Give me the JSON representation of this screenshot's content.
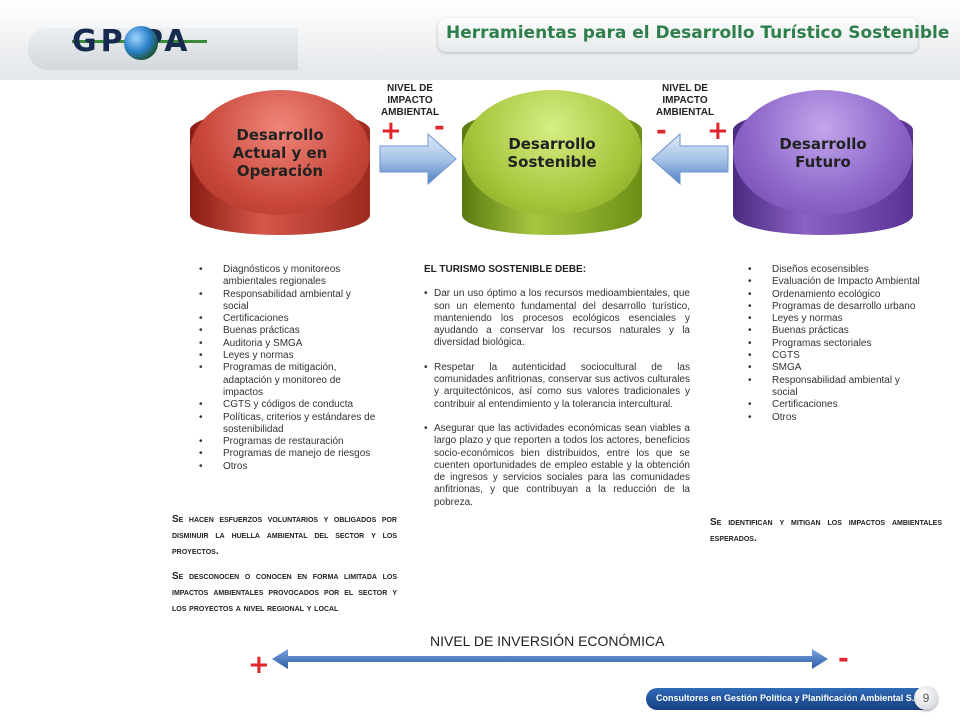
{
  "header": {
    "title": "Herramientas para el Desarrollo Turístico Sostenible",
    "logo_text": "GP  PA"
  },
  "columns": {
    "left": {
      "title": "Desarrollo Actual y en Operación",
      "items": [
        "Diagnósticos y monitoreos ambientales regionales",
        "Responsabilidad ambiental y social",
        "Certificaciones",
        "Buenas prácticas",
        "Auditoria y SMGA",
        "Leyes y normas",
        "Programas de mitigación, adaptación y monitoreo de impactos",
        "CGTS y códigos de conducta",
        "Políticas, criterios y estándares de sostenibilidad",
        "Programas de restauración",
        "Programas de manejo de riesgos",
        "Otros"
      ],
      "note_1": "Se hacen esfuerzos voluntarios y obligados por disminuir la huella ambiental del sector y los proyectos.",
      "note_2": "Se desconocen o conocen en forma limitada los impactos ambientales provocados por el sector y los proyectos a nivel regional y local"
    },
    "center": {
      "title": "Desarrollo Sostenible",
      "heading": "EL TURISMO SOSTENIBLE DEBE:",
      "items": [
        "Dar un uso óptimo a los recursos medioambientales, que son un elemento fundamental del desarrollo turístico, manteniendo los procesos ecológicos esenciales y ayudando a conservar los recursos naturales y la diversidad biológica.",
        "Respetar la autenticidad sociocultural de las comunidades anfitrionas, conservar sus activos culturales y arquitectónicos, así como sus valores tradicionales y contribuir al entendimiento y la tolerancia intercultural.",
        "Asegurar que las actividades económicas sean viables a largo plazo y que reporten a todos los actores, beneficios socio-económicos bien distribuidos, entre los que se cuenten oportunidades de empleo estable y la obtención de ingresos y servicios sociales para las comunidades anfitrionas, y que contribuyan a la reducción de la pobreza."
      ]
    },
    "right": {
      "title": "Desarrollo Futuro",
      "items": [
        "Diseños ecosensibles",
        "Evaluación de Impacto Ambiental",
        "Ordenamiento ecológico",
        "Programas de desarrollo urbano",
        "Leyes y normas",
        "Buenas prácticas",
        "Programas sectoriales",
        "CGTS",
        "SMGA",
        "Responsabilidad ambiental y social",
        "Certificaciones",
        "Otros"
      ],
      "note": "Se identifican y mitigan los impactos ambientales esperados."
    }
  },
  "impact": {
    "label_left": "NIVEL DE IMPACTO AMBIENTAL",
    "label_right": "NIVEL DE IMPACTO AMBIENTAL",
    "left_plus": "+",
    "left_minus": "-",
    "right_minus": "-",
    "right_plus": "+"
  },
  "investment": {
    "label": "NIVEL DE INVERSIÓN ECONÓMICA",
    "plus": "+",
    "minus": "-"
  },
  "footer": {
    "company": "Consultores en Gestión Política y Planificación Ambiental S.C.",
    "page_number": "9"
  },
  "colors": {
    "title_green": "#2e7f4a",
    "sign_red": "#e0262b",
    "arrow_blue": "#4f7fc4",
    "left_cylinder": "#c9483b",
    "center_cylinder": "#a6c63c",
    "right_cylinder": "#8a64c8"
  }
}
